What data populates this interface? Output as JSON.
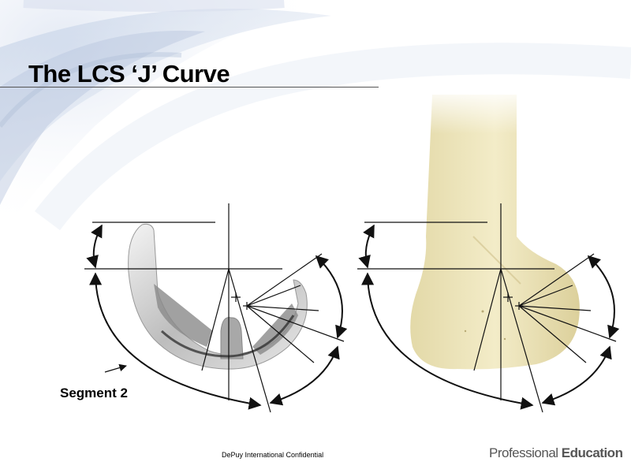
{
  "slide": {
    "title": "The LCS ‘J’ Curve"
  },
  "diagram": {
    "segment_label": "Segment 2",
    "implant_image": "femoral-implant-illustration",
    "bone_image": "femur-bone-illustration"
  },
  "footer": {
    "confidential": "DePuy International  Confidential",
    "brand_light": "Professional ",
    "brand_bold": "Education"
  },
  "colors": {
    "title": "#000000",
    "lines": "#111111",
    "background_swirl": "#c9d6ea",
    "bone": "#ede3b8"
  }
}
